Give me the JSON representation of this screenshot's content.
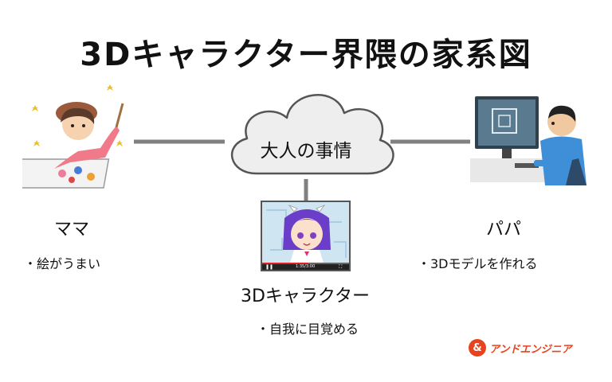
{
  "title": "3Dキャラクター界隈の家系図",
  "center_node": {
    "label": "大人の事情"
  },
  "nodes": {
    "mama": {
      "name": "ママ",
      "trait": "・絵がうまい"
    },
    "papa": {
      "name": "パパ",
      "trait": "・3Dモデルを作れる"
    },
    "child": {
      "name": "3Dキャラクター",
      "trait": "・自我に目覚める"
    }
  },
  "video_player": {
    "time": "1:35/3:00"
  },
  "logo": {
    "mark": "&",
    "text": "アンドエンジニア"
  },
  "colors": {
    "line": "#808080",
    "cloud_fill": "#eeeeee",
    "cloud_stroke": "#555555",
    "logo": "#e8431f"
  }
}
